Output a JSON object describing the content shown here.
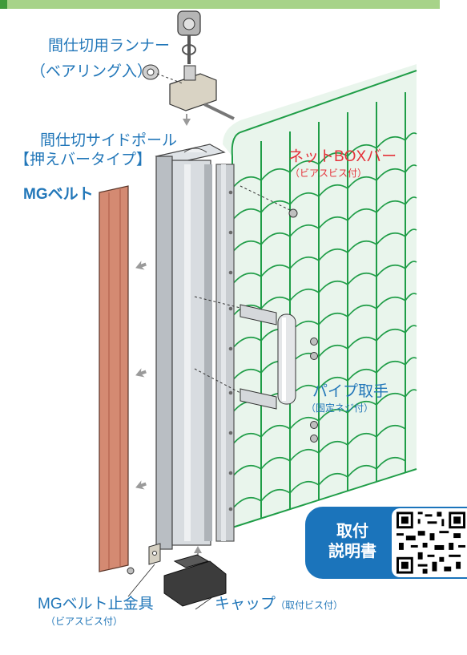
{
  "labels": {
    "runner": "間仕切用ランナー",
    "runner_sub": "（ベアリング入）",
    "pole_line1": "間仕切サイドポール",
    "pole_line2": "【押えバータイプ】",
    "mg_belt": "MGベルト",
    "net_box_bar": "ネットBOXバー",
    "net_box_bar_sub": "（ビアスビス付）",
    "pipe_handle": "パイプ取手",
    "pipe_handle_sub": "（固定ネジ付）",
    "mg_stopper": "MGベルト止金具",
    "mg_stopper_sub": "（ビアスビス付）",
    "cap": "キャップ",
    "cap_sub": "（取付ビス付）",
    "doc_line1": "取付",
    "doc_line2": "説明書"
  },
  "colors": {
    "accent_blue": "#2277b9",
    "label_red": "#e5323a",
    "net_green": "#1f9d47",
    "belt_brown": "#d48a72",
    "badge_blue": "#1b74bb"
  },
  "icons": [
    "qr-code-icon",
    "arrow-icon"
  ]
}
